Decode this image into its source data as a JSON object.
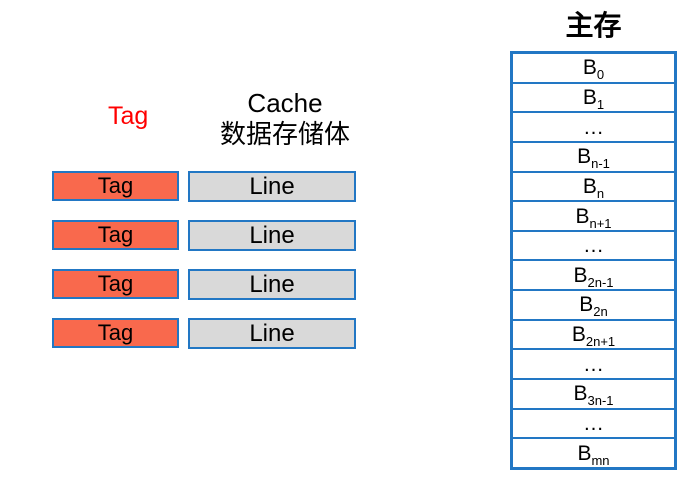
{
  "colors": {
    "tag_fill": "#f9694d",
    "line_fill": "#d9d9d9",
    "border_blue": "#2277c4",
    "tag_header_red": "#ff0000"
  },
  "cache_section": {
    "tag_column_header": "Tag",
    "cache_header_line1": "Cache",
    "cache_header_line2": "数据存储体",
    "rows": [
      {
        "tag": "Tag",
        "line": "Line"
      },
      {
        "tag": "Tag",
        "line": "Line"
      },
      {
        "tag": "Tag",
        "line": "Line"
      },
      {
        "tag": "Tag",
        "line": "Line"
      }
    ]
  },
  "memory_section": {
    "title": "主存",
    "blocks": [
      {
        "base": "B",
        "sub": "0"
      },
      {
        "base": "B",
        "sub": "1"
      },
      {
        "base": "…",
        "sub": ""
      },
      {
        "base": "B",
        "sub": "n-1"
      },
      {
        "base": "B",
        "sub": "n"
      },
      {
        "base": "B",
        "sub": "n+1"
      },
      {
        "base": "…",
        "sub": ""
      },
      {
        "base": "B",
        "sub": "2n-1"
      },
      {
        "base": "B",
        "sub": "2n"
      },
      {
        "base": "B",
        "sub": "2n+1"
      },
      {
        "base": "…",
        "sub": ""
      },
      {
        "base": "B",
        "sub": "3n-1"
      },
      {
        "base": "…",
        "sub": ""
      },
      {
        "base": "B",
        "sub": "mn"
      }
    ]
  }
}
